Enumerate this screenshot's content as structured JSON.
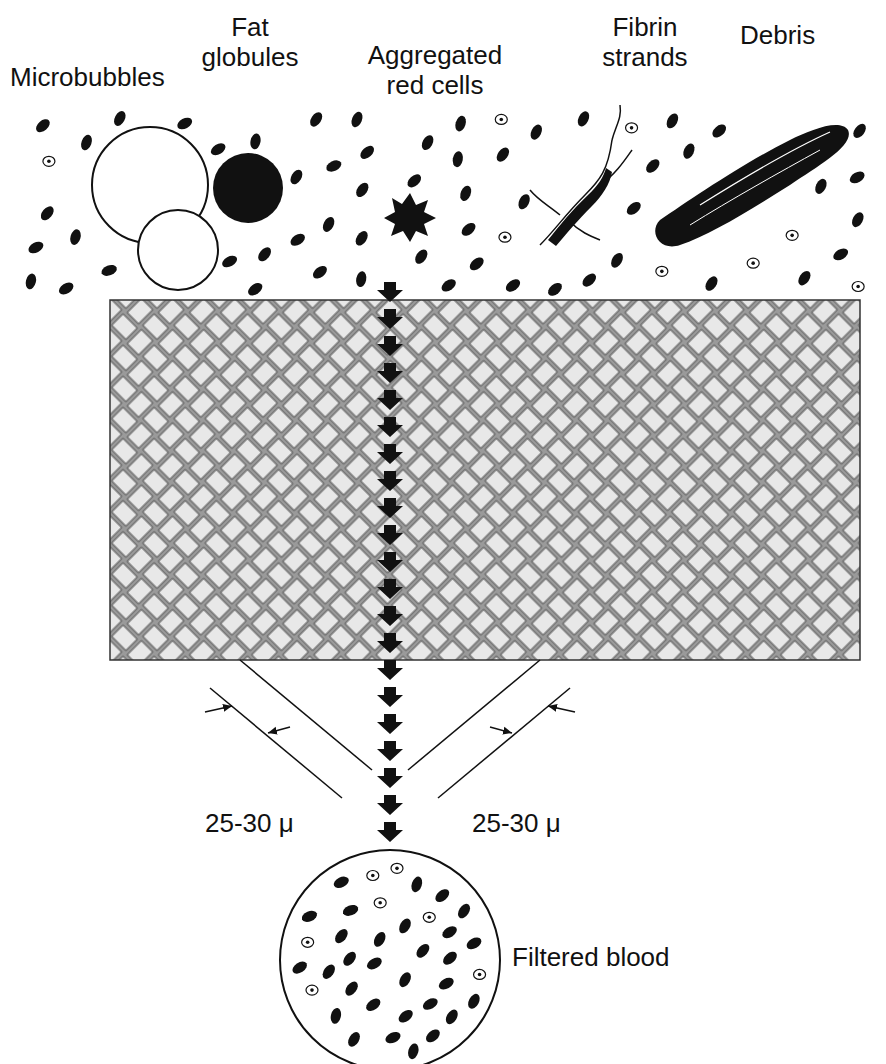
{
  "diagram": {
    "labels": [
      "Microbubbles",
      "Fat globules",
      "Aggregated red cells",
      "Fibrin strands",
      "Debris",
      "25-30 μ",
      "25-30 μ",
      "Filtered blood"
    ]
  }
}
